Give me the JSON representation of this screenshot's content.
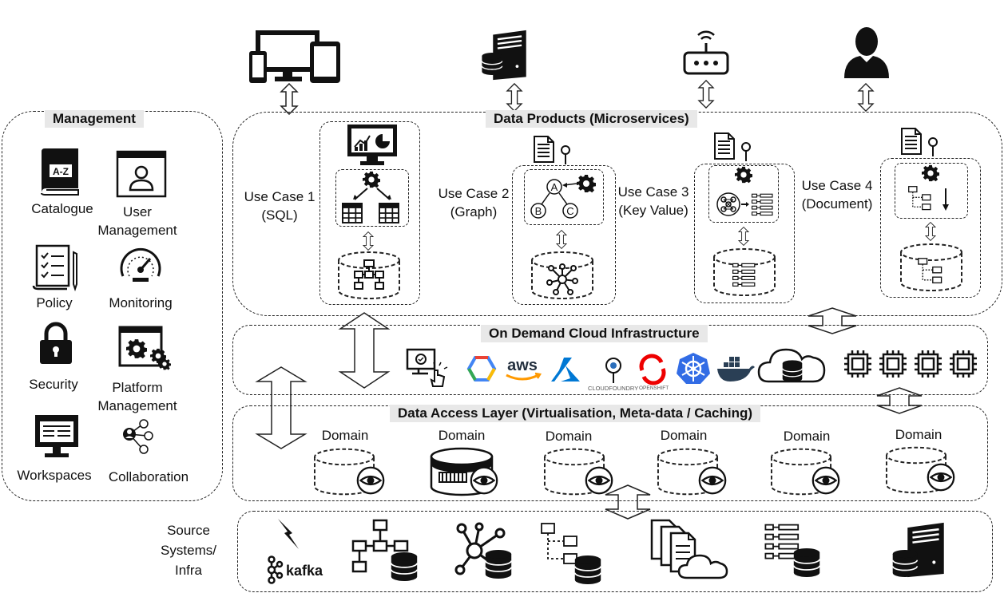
{
  "management": {
    "title": "Management",
    "items": [
      {
        "label": "Catalogue",
        "icon": "catalogue-book-icon"
      },
      {
        "label": "User\nManagement",
        "icon": "user-profile-icon"
      },
      {
        "label": "Policy",
        "icon": "policy-document-icon"
      },
      {
        "label": "Monitoring",
        "icon": "gauge-icon"
      },
      {
        "label": "Security",
        "icon": "padlock-icon"
      },
      {
        "label": "Platform\nManagement",
        "icon": "platform-gears-icon"
      },
      {
        "label": "Workspaces",
        "icon": "workspace-monitor-icon"
      },
      {
        "label": "Collaboration",
        "icon": "collaboration-network-icon"
      }
    ]
  },
  "consumers": [
    "devices-icon",
    "server-database-icon",
    "router-icon",
    "user-icon"
  ],
  "data_products": {
    "title": "Data Products (Microservices)",
    "use_cases": [
      {
        "label": "Use Case 1\n(SQL)",
        "icon": "sql-tables-icon"
      },
      {
        "label": "Use Case 2\n(Graph)",
        "icon": "graph-nodes-icon"
      },
      {
        "label": "Use Case 3\n(Key Value)",
        "icon": "key-value-icon"
      },
      {
        "label": "Use Case 4\n(Document)",
        "icon": "document-tree-icon"
      }
    ],
    "graph_nodes": [
      "A",
      "B",
      "C"
    ],
    "az_label": "A-Z"
  },
  "cloud": {
    "title": "On Demand Cloud Infrastructure",
    "providers": {
      "aws": "aws",
      "cloudfoundry": "CLOUDFOUNDRY",
      "openshift": "OPENSHIFT"
    }
  },
  "data_access": {
    "title": "Data Access Layer (Virtualisation, Meta-data / Caching)",
    "domains": [
      "Domain",
      "Domain",
      "Domain",
      "Domain",
      "Domain",
      "Domain"
    ]
  },
  "sources": {
    "label": "Source\nSystems/\nInfra",
    "kafka": "kafka"
  },
  "colors": {
    "line": "#222222",
    "tag_bg": "#e8e8e8",
    "gcp": [
      "#4285F4",
      "#EA4335",
      "#FBBC05",
      "#34A853"
    ],
    "azure": "#0078D4",
    "aws_smile": "#FF9900",
    "kubernetes": "#326CE5",
    "openshift": "#EE0000",
    "docker": "#2A3F55"
  }
}
